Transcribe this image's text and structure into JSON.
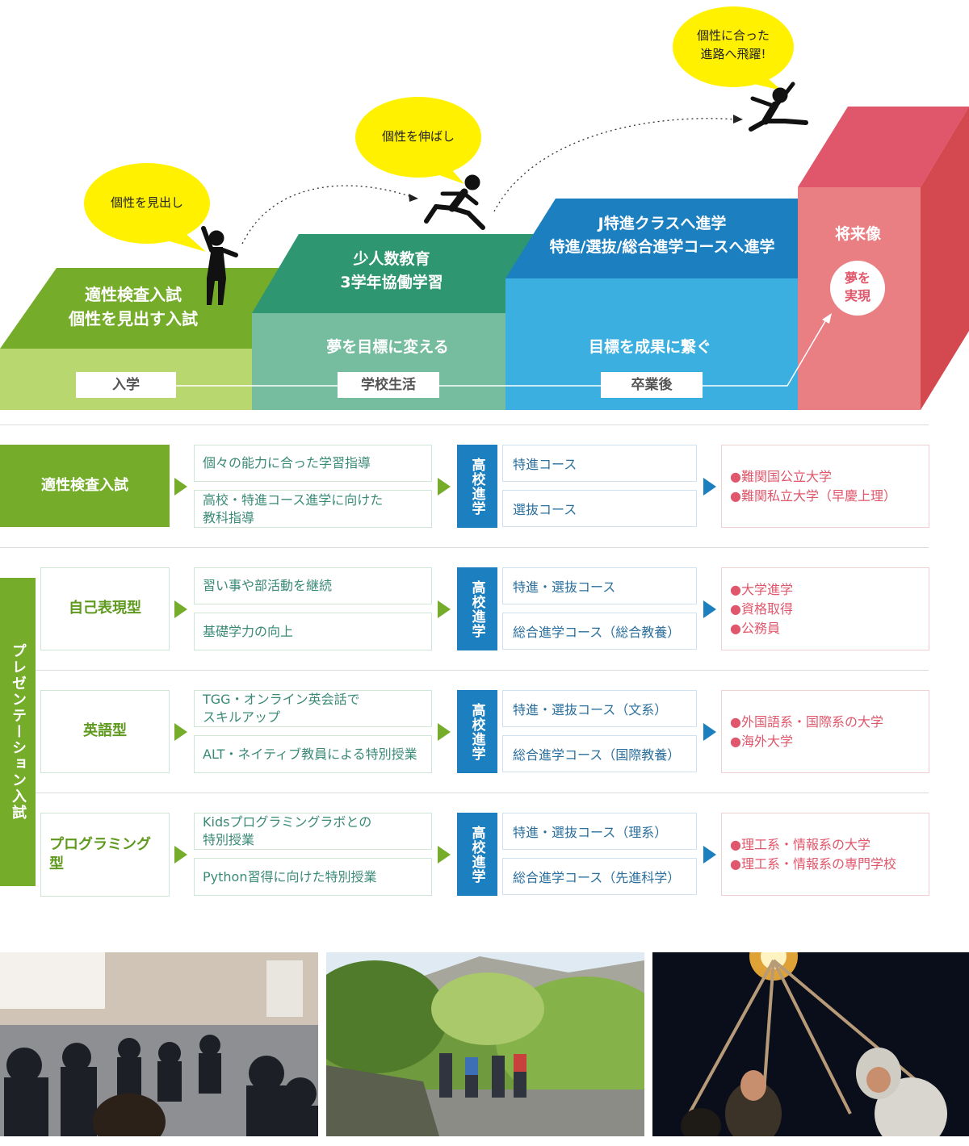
{
  "stairs": {
    "step1": {
      "title_line1": "適性検査入試",
      "title_line2": "個性を見出す入試",
      "bubble": "個性を見出し"
    },
    "step2": {
      "title_line1": "少人数教育",
      "title_line2": "3学年協働学習",
      "sub": "夢を目標に変える",
      "bubble": "個性を伸ばし"
    },
    "step3": {
      "title_line1": "J特進クラスへ進学",
      "title_line2": "特進/選抜/総合進学コースへ進学",
      "sub": "目標を成果に繋ぐ",
      "bubble_line1": "個性に合った",
      "bubble_line2": "進路へ飛躍!"
    },
    "step4": {
      "title": "将来像",
      "circle_line1": "夢を",
      "circle_line2": "実現"
    },
    "stages": [
      "入学",
      "学校生活",
      "卒業後"
    ],
    "colors": {
      "green": "#75ad2b",
      "teal": "#2e9670",
      "blue": "#1c7fc0",
      "red": "#e0566b",
      "yellow": "#fff100"
    }
  },
  "hs_label": "高校進学",
  "presentation_label": "プレゼンテーション入試",
  "rows": [
    {
      "entry": "適性検査入試",
      "items": [
        "個々の能力に合った学習指導",
        "高校・特進コース進学に向けた\n教科指導"
      ],
      "courses": [
        "特進コース",
        "選抜コース"
      ],
      "results": [
        "●難関国公立大学",
        "●難関私立大学（早慶上理）"
      ]
    },
    {
      "entry": "自己表現型",
      "items": [
        "習い事や部活動を継続",
        "基礎学力の向上"
      ],
      "courses": [
        "特進・選抜コース",
        "総合進学コース（総合教養）"
      ],
      "results": [
        "●大学進学",
        "●資格取得",
        "●公務員"
      ]
    },
    {
      "entry": "英語型",
      "items": [
        "TGG・オンライン英会話で\nスキルアップ",
        "ALT・ネイティブ教員による特別授業"
      ],
      "courses": [
        "特進・選抜コース（文系）",
        "総合進学コース（国際教養）"
      ],
      "results": [
        "●外国語系・国際系の大学",
        "●海外大学"
      ]
    },
    {
      "entry": "プログラミング型",
      "items": [
        "Kidsプログラミングラボとの\n特別授業",
        "Python習得に向けた特別授業"
      ],
      "courses": [
        "特進・選抜コース（理系）",
        "総合進学コース（先進科学）"
      ],
      "results": [
        "●理工系・情報系の大学",
        "●理工系・情報系の専門学校"
      ]
    }
  ]
}
